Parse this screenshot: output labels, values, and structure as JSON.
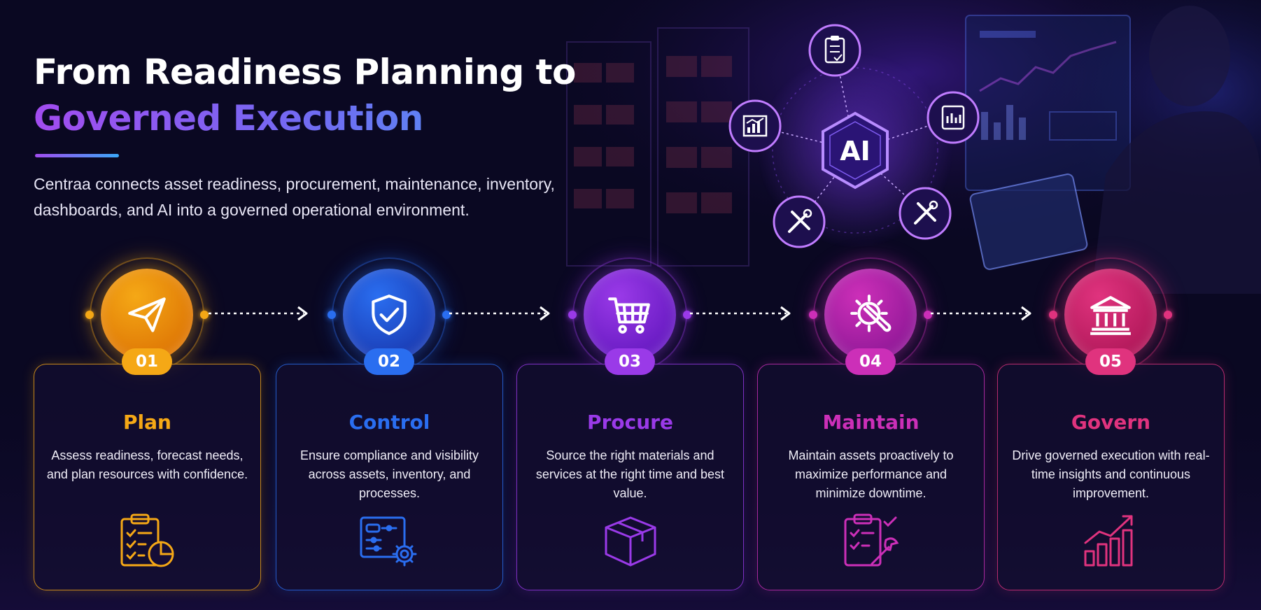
{
  "header": {
    "title_line1": "From Readiness Planning to",
    "title_line2": "Governed Execution",
    "subtitle": "Centraa connects asset readiness, procurement, maintenance, inventory, dashboards, and AI into a governed operational environment."
  },
  "hub": {
    "center_label": "AI",
    "nodes": [
      "checklist-icon",
      "chart-icon",
      "report-icon",
      "tools-icon",
      "tools-icon"
    ]
  },
  "steps": [
    {
      "number": "01",
      "title": "Plan",
      "description": "Assess readiness, forecast needs, and plan resources with confidence.",
      "icon": "paper-plane-icon",
      "card_icon": "clipboard-chart-icon",
      "color": "#f5a816",
      "dark": "#e07a06"
    },
    {
      "number": "02",
      "title": "Control",
      "description": "Ensure compliance and visibility across assets, inventory, and processes.",
      "icon": "shield-check-icon",
      "card_icon": "control-panel-gear-icon",
      "color": "#2a6ef0",
      "dark": "#1b3fb8"
    },
    {
      "number": "03",
      "title": "Procure",
      "description": "Source the right materials and services at the right time and best value.",
      "icon": "shopping-cart-icon",
      "card_icon": "package-box-icon",
      "color": "#9a3ae8",
      "dark": "#6a1cc4"
    },
    {
      "number": "04",
      "title": "Maintain",
      "description": "Maintain assets proactively to maximize performance and minimize downtime.",
      "icon": "gear-wrench-icon",
      "card_icon": "clipboard-wrench-icon",
      "color": "#cc2fb8",
      "dark": "#951a9a"
    },
    {
      "number": "05",
      "title": "Govern",
      "description": "Drive governed execution with real-time insights and continuous improvement.",
      "icon": "institution-icon",
      "card_icon": "growth-chart-icon",
      "color": "#e0337e",
      "dark": "#b41a5c"
    }
  ]
}
